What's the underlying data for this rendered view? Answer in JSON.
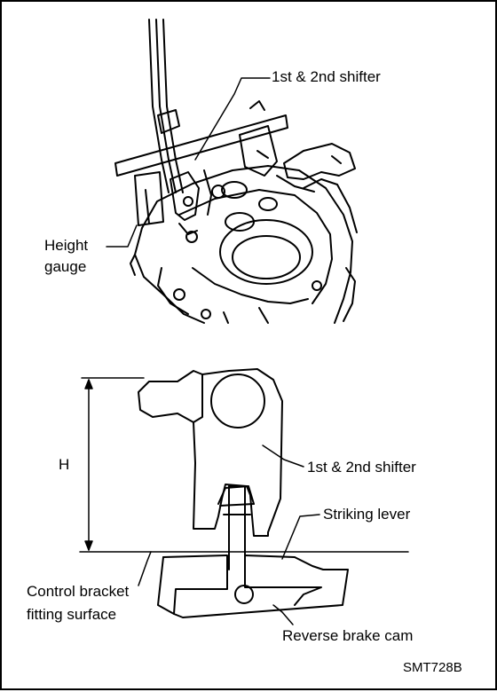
{
  "labels": {
    "shifter_top": "1st & 2nd shifter",
    "height_gauge_1": "Height",
    "height_gauge_2": "gauge",
    "dimension_h": "H",
    "shifter_bottom": "1st & 2nd shifter",
    "striking_lever": "Striking lever",
    "control_bracket_1": "Control bracket",
    "control_bracket_2": "fitting surface",
    "reverse_brake_cam": "Reverse brake cam",
    "figure_code": "SMT728B"
  }
}
